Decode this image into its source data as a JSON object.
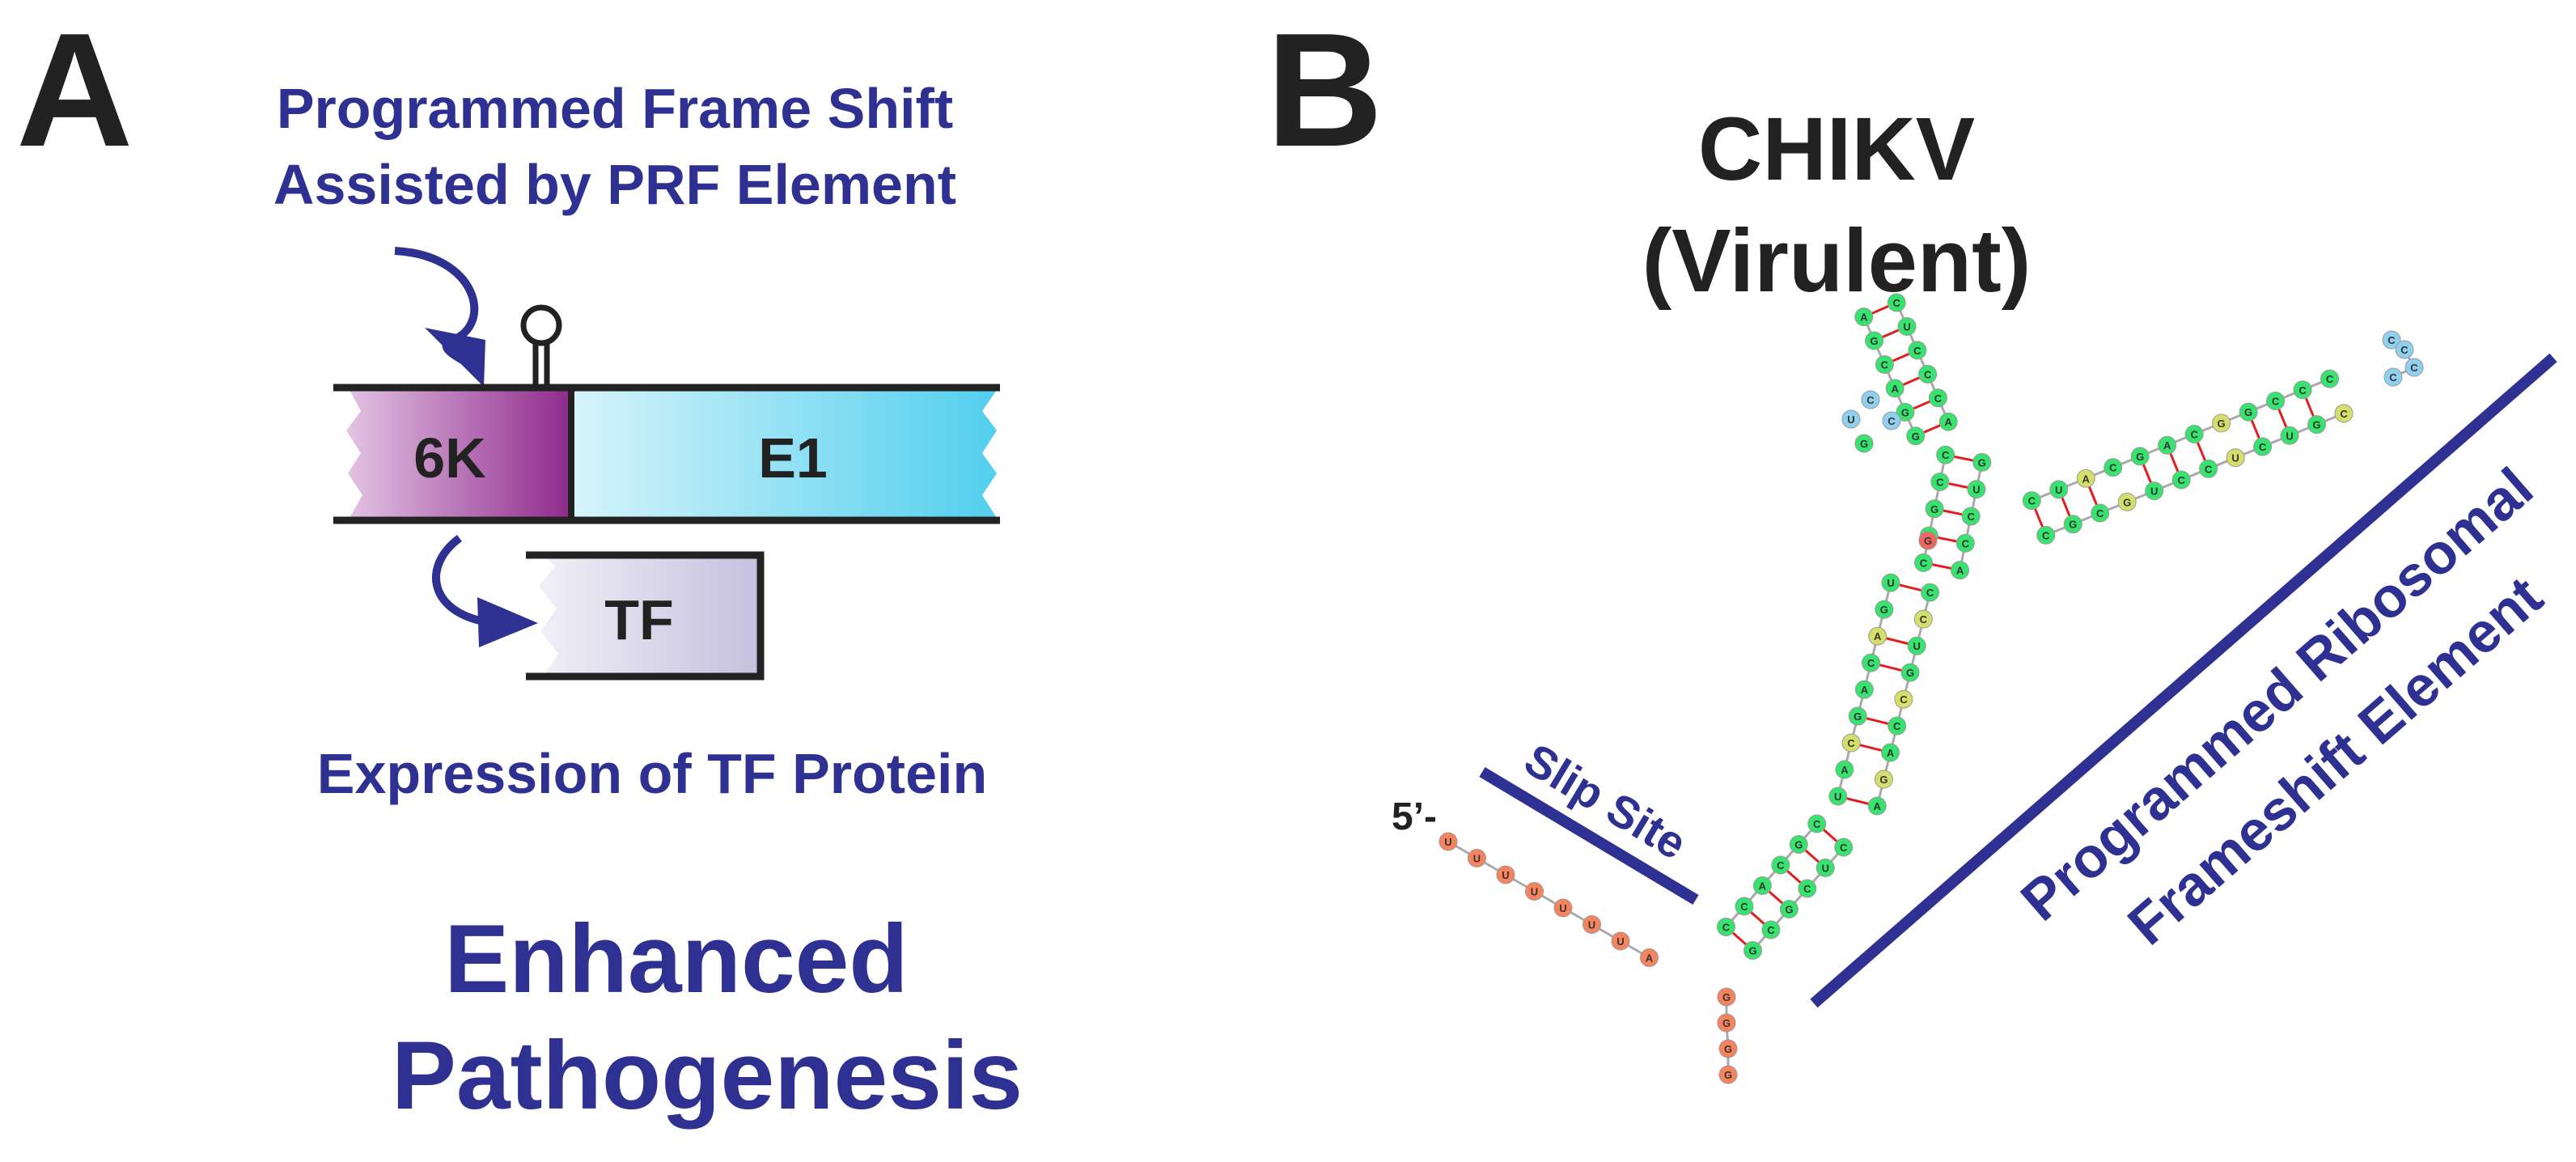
{
  "colors": {
    "dark": "#222222",
    "blue": "#2e3191",
    "nt_green": "#38e26e",
    "nt_orange": "#f5845e",
    "nt_yellow": "#d3df6a",
    "nt_cyan": "#8fd0ef",
    "nt_red": "#ef6860",
    "sixk_light": "#e4c4e4",
    "sixk_dark": "#8e2a8c",
    "e1_light": "#d7f4fb",
    "e1_dark": "#52cfee",
    "tf_light": "#f1eff7",
    "tf_dark": "#c5c0de"
  },
  "panelA": {
    "letter": "A",
    "prf_line1": "Programmed Frame Shift",
    "prf_line2": "Assisted by PRF Element",
    "gene_6k": "6K",
    "gene_e1": "E1",
    "gene_tf": "TF",
    "expression": "Expression of TF Protein",
    "outcome_line1": "Enhanced",
    "outcome_line2": "Pathogenesis"
  },
  "panelB": {
    "letter": "B",
    "title_line1": "CHIKV",
    "title_line2": "(Virulent)",
    "five_prime": "5’-",
    "slip_site": "Slip Site",
    "element_line1": "Programmed Ribosomal",
    "element_line2": "Frameshift Element",
    "tail_nts": [
      "U",
      "U",
      "U",
      "U",
      "U",
      "U",
      "U",
      "A"
    ],
    "stem_nts": [
      "G",
      "C",
      "C",
      "C",
      "G",
      "A",
      "C",
      "C",
      "U",
      "G",
      "C",
      "C",
      "A",
      "U",
      "G",
      "A",
      "A",
      "C",
      "C",
      "G",
      "C",
      "A",
      "G",
      "C",
      "U",
      "A",
      "C",
      "G",
      "C",
      "U",
      "A",
      "C",
      "C",
      "A",
      "C",
      "G",
      "U",
      "C",
      "G",
      "C",
      "A",
      "G",
      "C",
      "G",
      "C",
      "A",
      "C",
      "C",
      "U",
      "G",
      "C",
      "A",
      "C",
      "C",
      "G",
      "U",
      "C",
      "A",
      "G",
      "C",
      "U",
      "G",
      "C",
      "A",
      "C",
      "C",
      "U",
      "G",
      "C",
      "G",
      "U",
      "C"
    ]
  }
}
